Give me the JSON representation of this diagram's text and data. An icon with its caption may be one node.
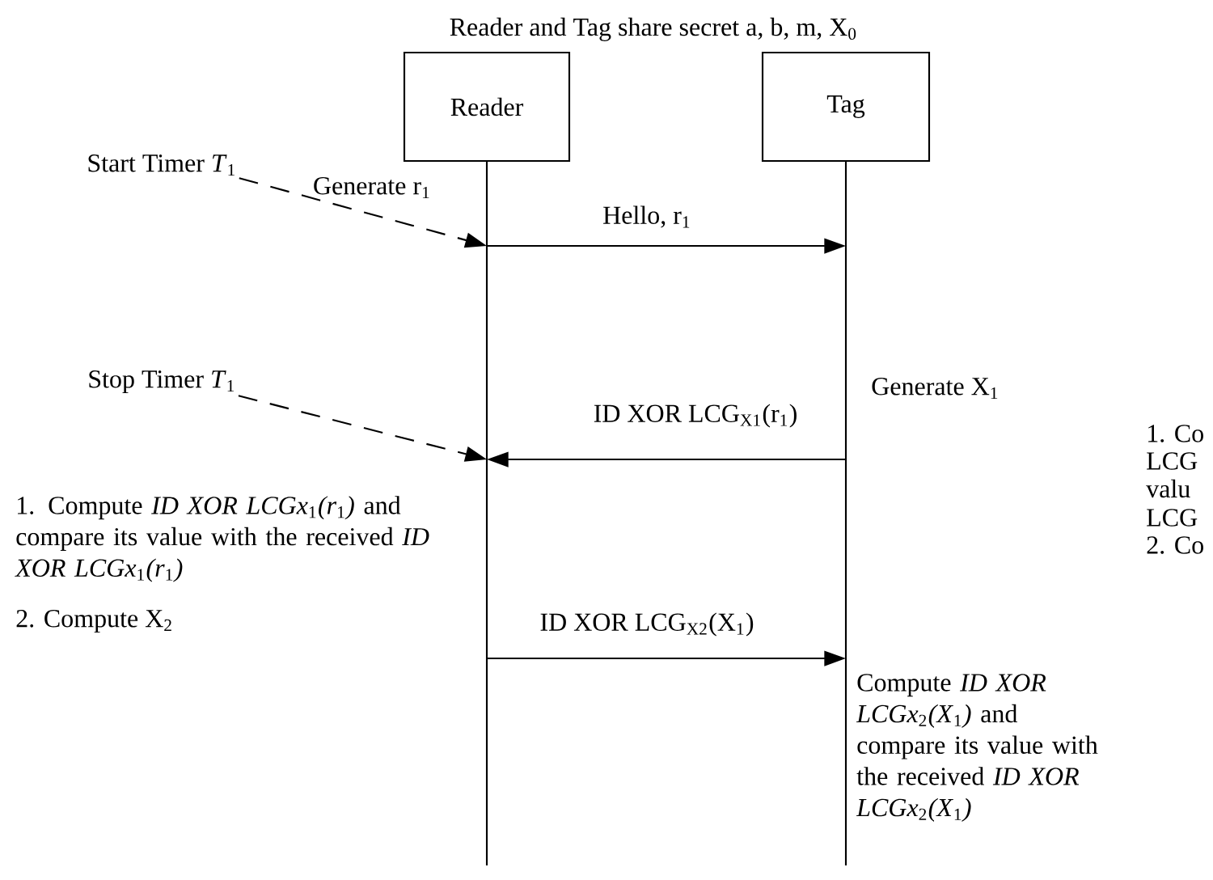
{
  "diagram": {
    "title": "Reader and Tag share secret a, b, m, X$_{0}$",
    "nodes": [
      {
        "text": [
          "Reader"
        ]
      },
      {
        "text": [
          "Tag"
        ]
      },
      {
        "text": [
          "Start Timer *T*$_{1}$"
        ]
      },
      {
        "text": [
          "Stop Timer *T*$_{1}$"
        ]
      }
    ],
    "edges": [
      {
        "from": 0,
        "to": 1,
        "arrow": "to",
        "label": "Hello, r$_{1}$"
      },
      {
        "from": 1,
        "to": 0,
        "arrow": "to",
        "label": "ID XOR LCG$_{X1}$(r$_{1}$)"
      },
      {
        "from": 0,
        "to": 1,
        "arrow": "to",
        "label": "ID XOR LCG$_{X2}$(X$_{1}$)"
      },
      {
        "from": 2,
        "to": 0,
        "arrow": "to",
        "style": "dashed"
      },
      {
        "from": 3,
        "to": 0,
        "arrow": "to",
        "style": "dashed"
      }
    ],
    "labels": [
      "Generate r$_{1}$",
      "Generate X$_{1}$",
      "1. Co",
      "LCG",
      "valu",
      "LCG",
      "2. Co",
      "1. Compute *ID XOR LCGx*$_{1}$*(r*$_{1}$*)* and compare its value with the received *ID XOR LCGx*$_{1}$*(r*$_{1}$*)*",
      "2. Compute X$_{2}$",
      "Compute *ID XOR LCGx*$_{2}$*(X*$_{1}$*)* and compare its value with the received *ID XOR LCGx*$_{2}$*(X*$_{1}$*)*"
    ]
  }
}
